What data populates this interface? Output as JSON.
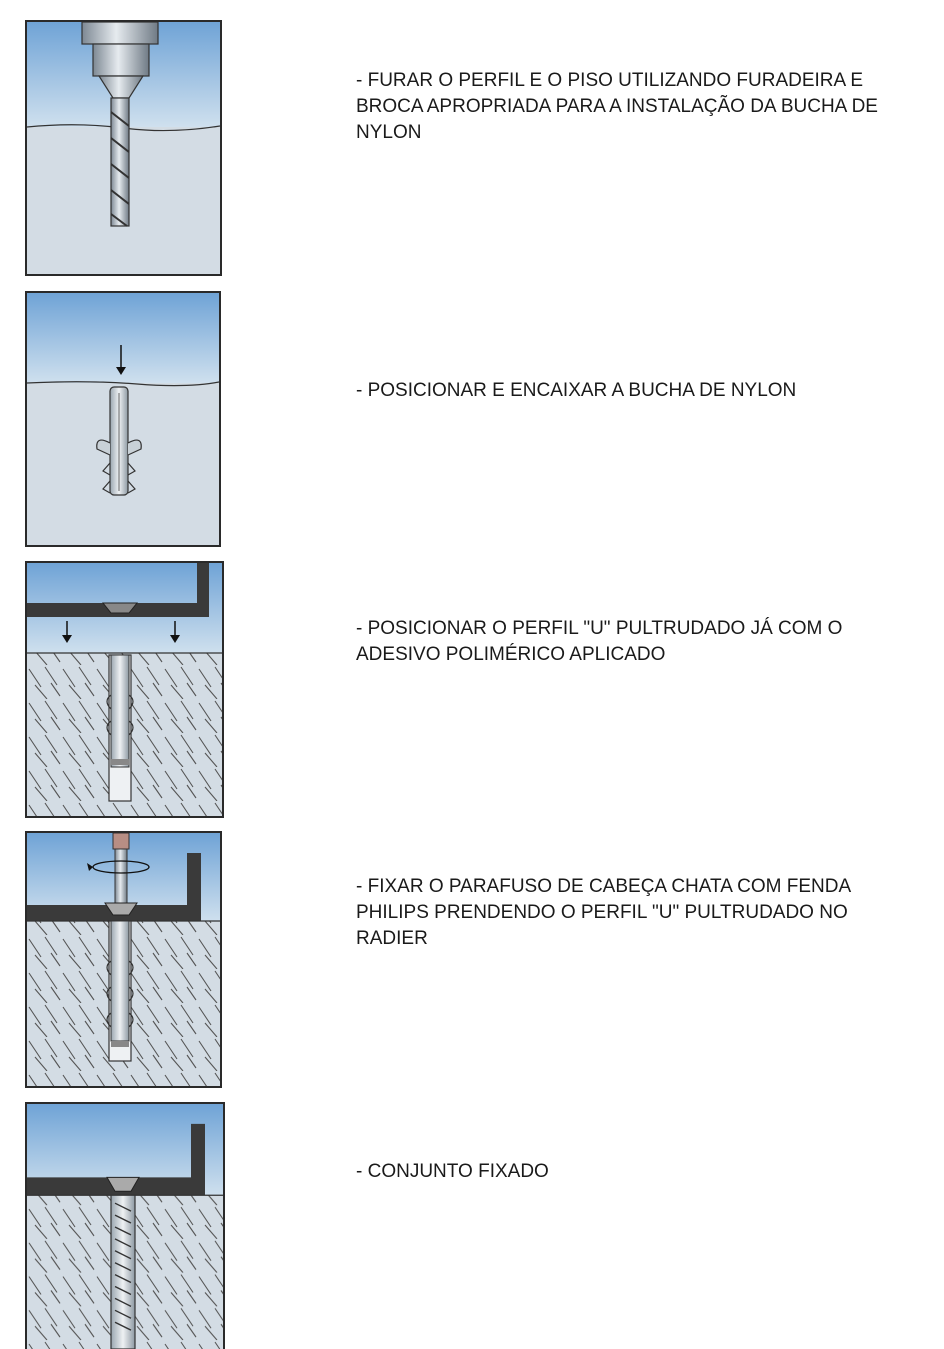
{
  "steps": [
    {
      "text": "- FURAR O PERFIL E O PISO UTILIZANDO FURADEIRA E\nBROCA APROPRIADA PARA A INSTALAÇÃO DA BUCHA DE\nNYLON"
    },
    {
      "text": "- POSICIONAR E ENCAIXAR A BUCHA DE NYLON"
    },
    {
      "text": "- POSICIONAR O PERFIL \"U\" PULTRUDADO JÁ COM O\nADESIVO POLIMÉRICO APLICADO"
    },
    {
      "text": "- FIXAR O PARAFUSO DE CABEÇA CHATA COM FENDA\nPHILIPS PRENDENDO O PERFIL \"U\" PULTRUDADO NO\nRADIER"
    },
    {
      "text": "- CONJUNTO FIXADO"
    }
  ],
  "colors": {
    "sky_top": "#6fa3d6",
    "sky_bottom": "#cfe0ee",
    "floor": "#d3dce4",
    "profile": "#3a3a3a",
    "hatch": "#555555",
    "metal": "#9aa6b0"
  }
}
